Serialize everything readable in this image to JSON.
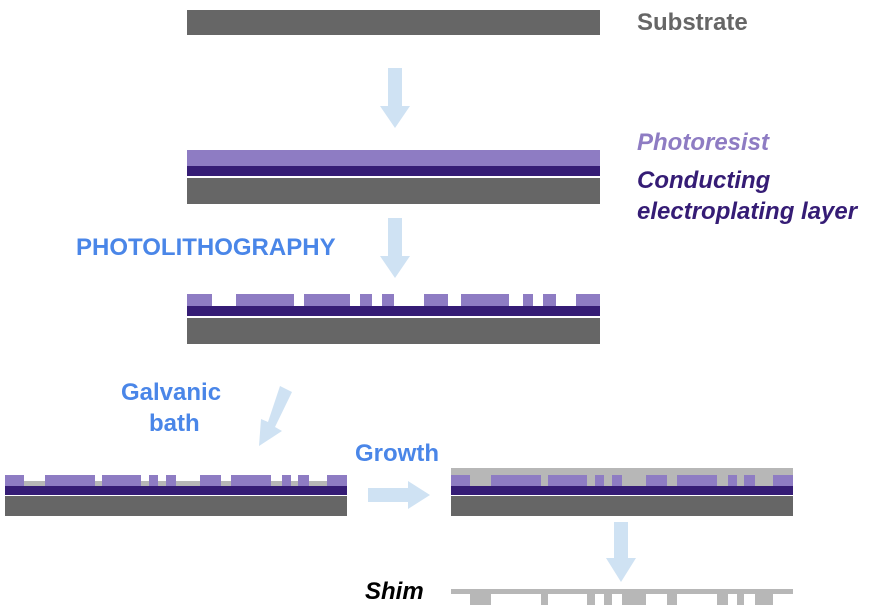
{
  "labels": {
    "substrate": "Substrate",
    "photoresist": "Photoresist",
    "conducting_line1": "Conducting",
    "conducting_line2": "electroplating layer",
    "photolithography": "PHOTOLITHOGRAPHY",
    "galvanic_line1": "Galvanic",
    "galvanic_line2": "bath",
    "growth": "Growth",
    "shim": "Shim"
  },
  "colors": {
    "substrate": "#666666",
    "photoresist": "#8e7cc3",
    "conducting_layer": "#351c75",
    "metal_growth": "#b7b7b7",
    "arrow": "#cfe2f3",
    "label_blue": "#4a86e8",
    "label_substrate": "#666666",
    "label_photoresist": "#8e7cc3",
    "label_conducting": "#351c75",
    "label_shim": "#000000"
  }
}
